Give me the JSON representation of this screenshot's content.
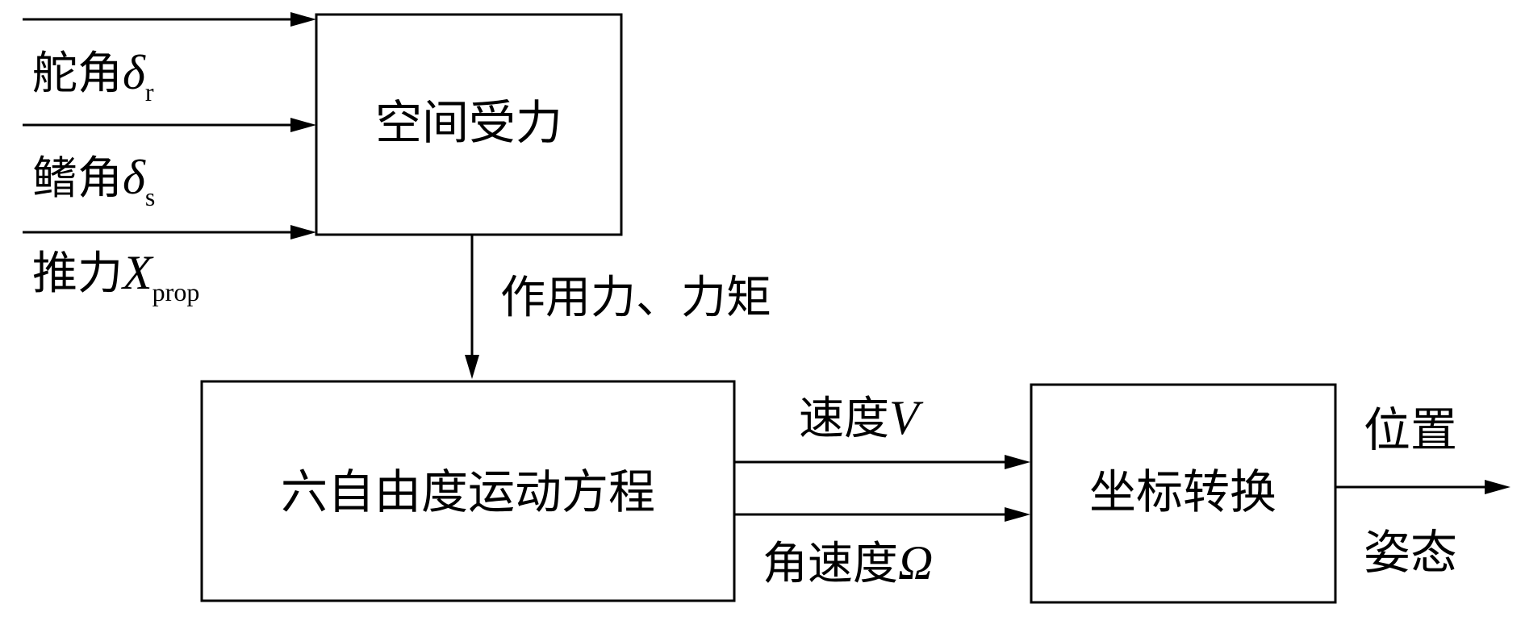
{
  "blocks": {
    "spatial_force": "空间受力",
    "six_dof": "六自由度运动方程",
    "coord_transform": "坐标转换"
  },
  "inputs": {
    "rudder": {
      "label": "舵角",
      "symbol": "δ",
      "subscript": "r"
    },
    "fin": {
      "label": "鳍角",
      "symbol": "δ",
      "subscript": "s"
    },
    "thrust": {
      "label": "推力",
      "symbol": "X",
      "subscript": "prop"
    }
  },
  "signals": {
    "force_moment": "作用力、力矩",
    "velocity": {
      "label": "速度",
      "symbol": "V"
    },
    "angular_velocity": {
      "label": "角速度",
      "symbol": "Ω"
    }
  },
  "outputs": {
    "position": "位置",
    "attitude": "姿态"
  }
}
